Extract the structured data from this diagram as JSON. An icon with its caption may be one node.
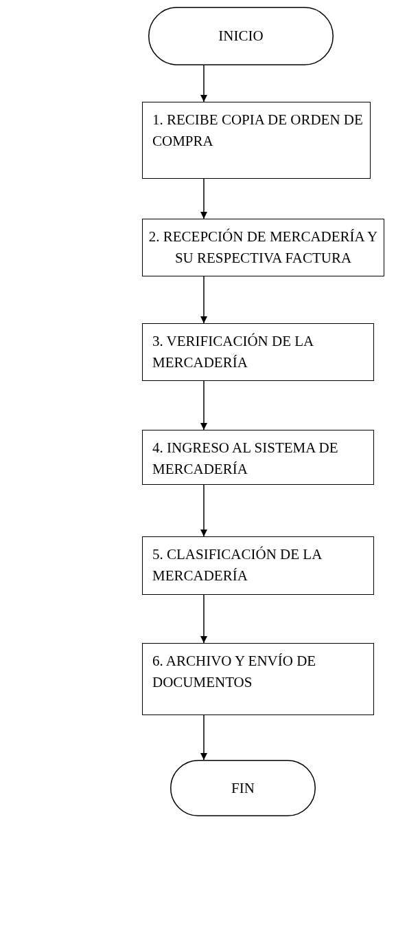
{
  "diagram": {
    "nodes": [
      {
        "text": [
          "INICIO"
        ]
      },
      {
        "text": [
          "1. RECIBE COPIA DE ORDEN DE COMPRA"
        ]
      },
      {
        "text": [
          "2. RECEPCIÓN DE MERCADERÍA Y SU RESPECTIVA FACTURA"
        ]
      },
      {
        "text": [
          "3. VERIFICACIÓN DE LA MERCADERÍA"
        ]
      },
      {
        "text": [
          "4. INGRESO AL SISTEMA DE MERCADERÍA"
        ]
      },
      {
        "text": [
          "5. CLASIFICACIÓN DE LA MERCADERÍA"
        ]
      },
      {
        "text": [
          "6. ARCHIVO Y ENVÍO DE DOCUMENTOS"
        ]
      },
      {
        "text": [
          "FIN"
        ]
      }
    ],
    "edges": [
      {
        "from": 0,
        "to": 1,
        "arrow": "to"
      },
      {
        "from": 1,
        "to": 2,
        "arrow": "to"
      },
      {
        "from": 2,
        "to": 3,
        "arrow": "to"
      },
      {
        "from": 3,
        "to": 4,
        "arrow": "to"
      },
      {
        "from": 4,
        "to": 5,
        "arrow": "to"
      },
      {
        "from": 5,
        "to": 6,
        "arrow": "to"
      },
      {
        "from": 6,
        "to": 7,
        "arrow": "to"
      }
    ]
  }
}
